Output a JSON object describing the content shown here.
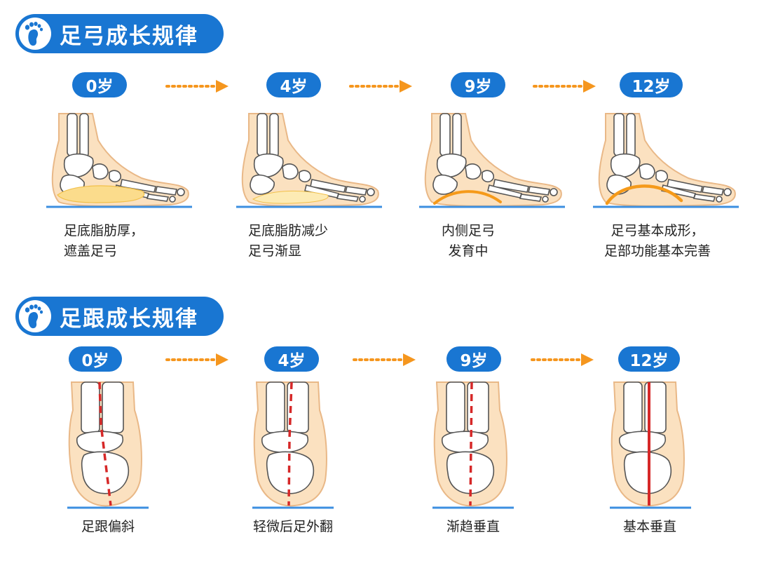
{
  "arch_section": {
    "title": "足弓成长规律",
    "icon": "foot-icon",
    "stages": [
      {
        "age": "0岁",
        "caption_lines": [
          "足底脂肪厚，",
          "遮盖足弓"
        ]
      },
      {
        "age": "4岁",
        "caption_lines": [
          "足底脂肪减少",
          "足弓渐显"
        ]
      },
      {
        "age": "9岁",
        "caption_lines": [
          "内侧足弓",
          "发育中"
        ]
      },
      {
        "age": "12岁",
        "caption_lines": [
          "足弓基本成形，",
          "足部功能基本完善"
        ]
      }
    ]
  },
  "heel_section": {
    "title": "足跟成长规律",
    "icon": "foot-icon",
    "stages": [
      {
        "age": "0岁",
        "caption_lines": [
          "足跟偏斜"
        ]
      },
      {
        "age": "4岁",
        "caption_lines": [
          "轻微后足外翻"
        ]
      },
      {
        "age": "9岁",
        "caption_lines": [
          "渐趋垂直"
        ]
      },
      {
        "age": "12岁",
        "caption_lines": [
          "基本垂直"
        ]
      }
    ]
  },
  "colors": {
    "header_blue": "#1976d2",
    "arrow_orange": "#f5961e",
    "skin": "#fbe1c0",
    "skin_outline": "#e9b887",
    "fat_pad": "#fbdc8c",
    "arch_line": "#f59a1a",
    "heel_line": "#d62828",
    "ground": "#3c8fe0"
  }
}
